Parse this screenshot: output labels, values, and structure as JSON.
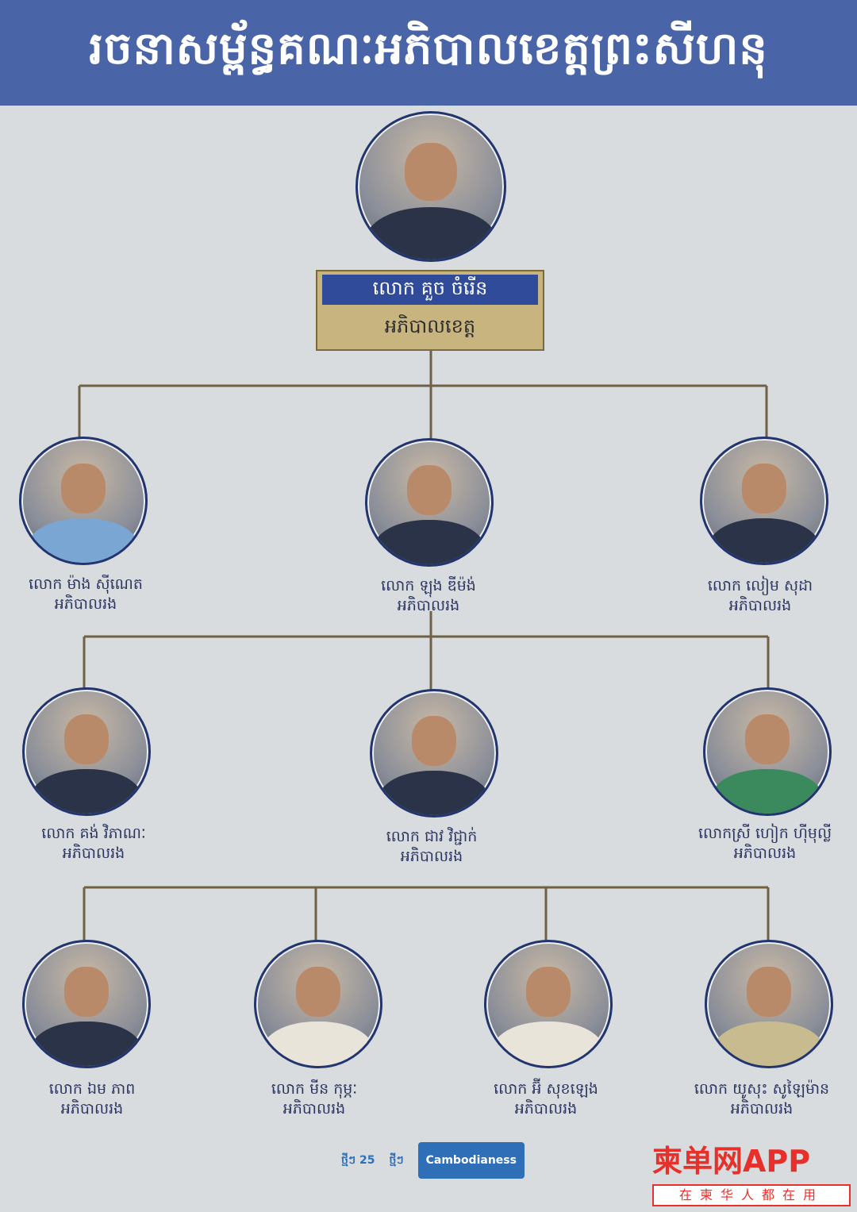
{
  "header": {
    "title": "រចនាសម្ព័ន្ធគណៈអភិបាលខេត្តព្រះសីហនុ"
  },
  "governor": {
    "name": "លោក គួច ចំរើន",
    "role": "អភិបាលខេត្ត"
  },
  "row1": [
    {
      "name": "លោក ម៉ាង ស៊ីណេត",
      "role": "អភិបាលរង"
    },
    {
      "name": "លោក ឡុង ឌីម៉ង់",
      "role": "អភិបាលរង"
    },
    {
      "name": "លោក លៀម សុដា",
      "role": "អភិបាលរង"
    }
  ],
  "row2": [
    {
      "name": "លោក គង់ វិភាណៈ",
      "role": "អភិបាលរង"
    },
    {
      "name": "លោក ជាវ វិជ្ជាក់",
      "role": "អភិបាលរង"
    },
    {
      "name": "លោកស្រី ហៀក ហ៊ីមុល្លី",
      "role": "អភិបាលរង"
    }
  ],
  "row3": [
    {
      "name": "លោក ឯម ភាព",
      "role": "អភិបាលរង"
    },
    {
      "name": "លោក មីន កុម្ភៈ",
      "role": "អភិបាលរង"
    },
    {
      "name": "លោក អ៊ី សុខឡេង",
      "role": "អភិបាលរង"
    },
    {
      "name": "លោក យូសុះ សូឡៃម៉ាន",
      "role": "អភិបាលរង"
    }
  ],
  "logos": [
    "ថ្មីៗ 25",
    "ថ្មីៗ",
    "Cambodianess"
  ],
  "watermark": {
    "main": "柬单网APP",
    "sub": "在柬华人都在用"
  },
  "colors": {
    "header": "#4a64a8",
    "line": "#7a6a3c",
    "namebar": "#2f4b9a",
    "namebox": "#c8b47f"
  }
}
